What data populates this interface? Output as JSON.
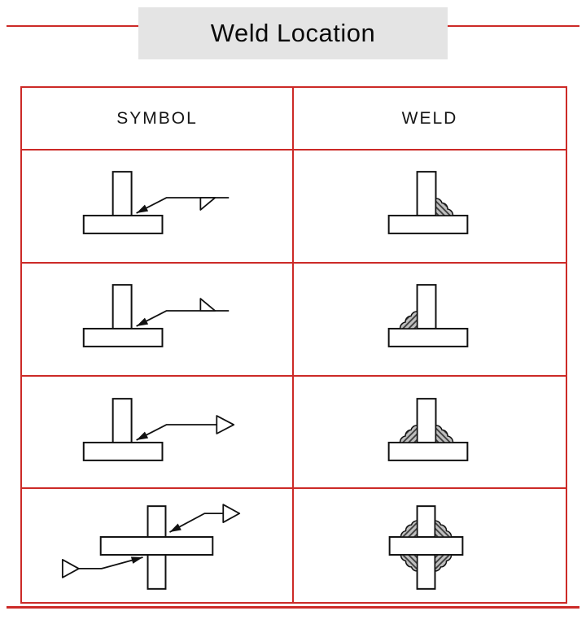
{
  "title": "Weld Location",
  "table": {
    "headers": [
      {
        "label": "SYMBOL"
      },
      {
        "label": "WELD"
      }
    ],
    "rows": [
      {
        "name": "fillet-arrow-side",
        "symbol_note": "fillet-triangle-below-reference-line",
        "weld_note": "bead-on-arrow-side-of-tee-joint"
      },
      {
        "name": "fillet-other-side",
        "symbol_note": "fillet-triangle-above-reference-line",
        "weld_note": "bead-on-other-side-of-tee-joint"
      },
      {
        "name": "fillet-both-sides",
        "symbol_note": "fillet-triangles-both-sides-of-reference-line",
        "weld_note": "beads-on-both-sides-of-tee-joint"
      },
      {
        "name": "fillet-both-sides-cross-joint",
        "symbol_note": "two-arrows-both-sides-symbols-on-cross-joint",
        "weld_note": "beads-in-all-four-corners-of-cross-joint"
      }
    ]
  },
  "colors": {
    "accent": "#cc2a27",
    "title_bg": "#e4e4e4",
    "ink": "#111111",
    "bead_fill": "#bfbfbf",
    "bead_hatch": "#3a3a3a"
  }
}
